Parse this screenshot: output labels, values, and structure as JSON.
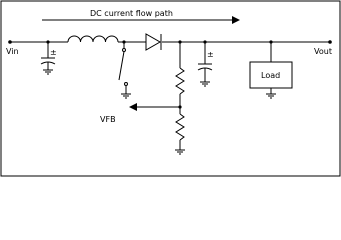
{
  "title": "DC current flow path",
  "labels": {
    "vin": "Vin",
    "vout": "Vout",
    "vfb": "VFB",
    "load": "Load",
    "cap_in_polarity": "±",
    "cap_out_polarity": "±"
  }
}
